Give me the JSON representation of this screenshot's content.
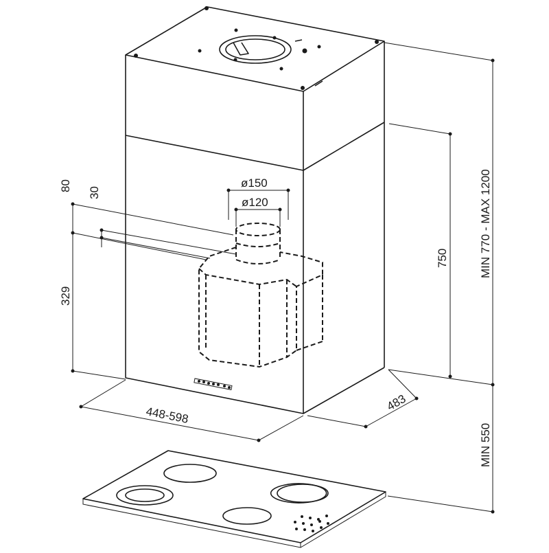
{
  "dimensions": {
    "duct_outer": "ø150",
    "duct_inner": "ø120",
    "offset_80": "80",
    "offset_30": "30",
    "motor_height": "329",
    "body_height": "750",
    "total_height": "MIN 770 - MAX 1200",
    "width": "448-598",
    "depth": "483",
    "hob_clearance": "MIN 550"
  }
}
